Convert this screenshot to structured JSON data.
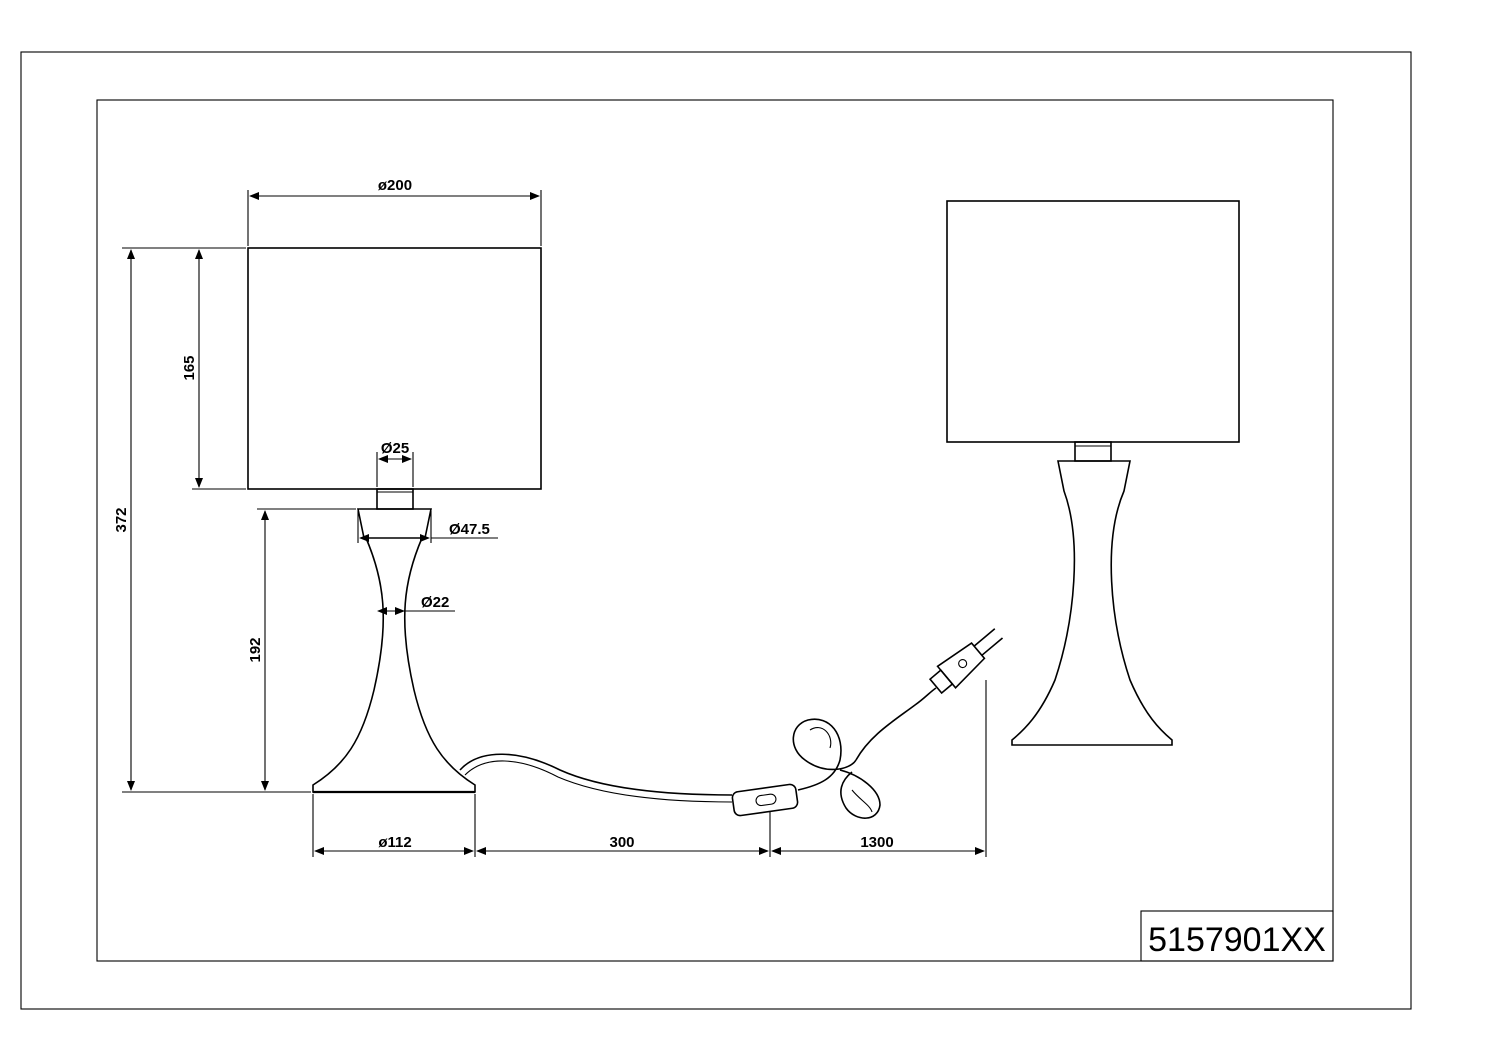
{
  "dimensions": {
    "shade_diameter": "ø200",
    "shade_height": "165",
    "total_height": "372",
    "neck_diameter": "Ø25",
    "collar_diameter": "Ø47.5",
    "waist_diameter": "Ø22",
    "base_height": "192",
    "base_diameter": "ø112",
    "cable_to_switch": "300",
    "switch_to_plug": "1300"
  },
  "title_block": {
    "article_number": "5157901XX"
  }
}
